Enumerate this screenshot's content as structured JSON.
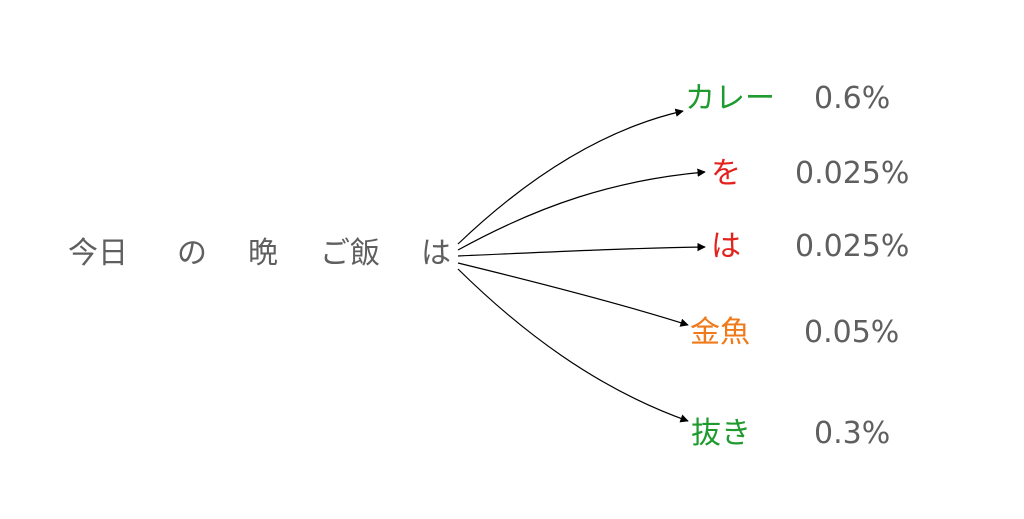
{
  "source_sentence": {
    "tokens": [
      {
        "text": "今日"
      },
      {
        "text": "の"
      },
      {
        "text": "晩"
      },
      {
        "text": "ご飯"
      },
      {
        "text": "は"
      }
    ]
  },
  "predictions": [
    {
      "word": "カレー",
      "probability": "0.6%",
      "color": "#1f9a2f"
    },
    {
      "word": "を",
      "probability": "0.025%",
      "color": "#e2221d"
    },
    {
      "word": "は",
      "probability": "0.025%",
      "color": "#e2221d"
    },
    {
      "word": "金魚",
      "probability": "0.05%",
      "color": "#f07a1a"
    },
    {
      "word": "抜き",
      "probability": "0.3%",
      "color": "#1f9a2f"
    }
  ]
}
